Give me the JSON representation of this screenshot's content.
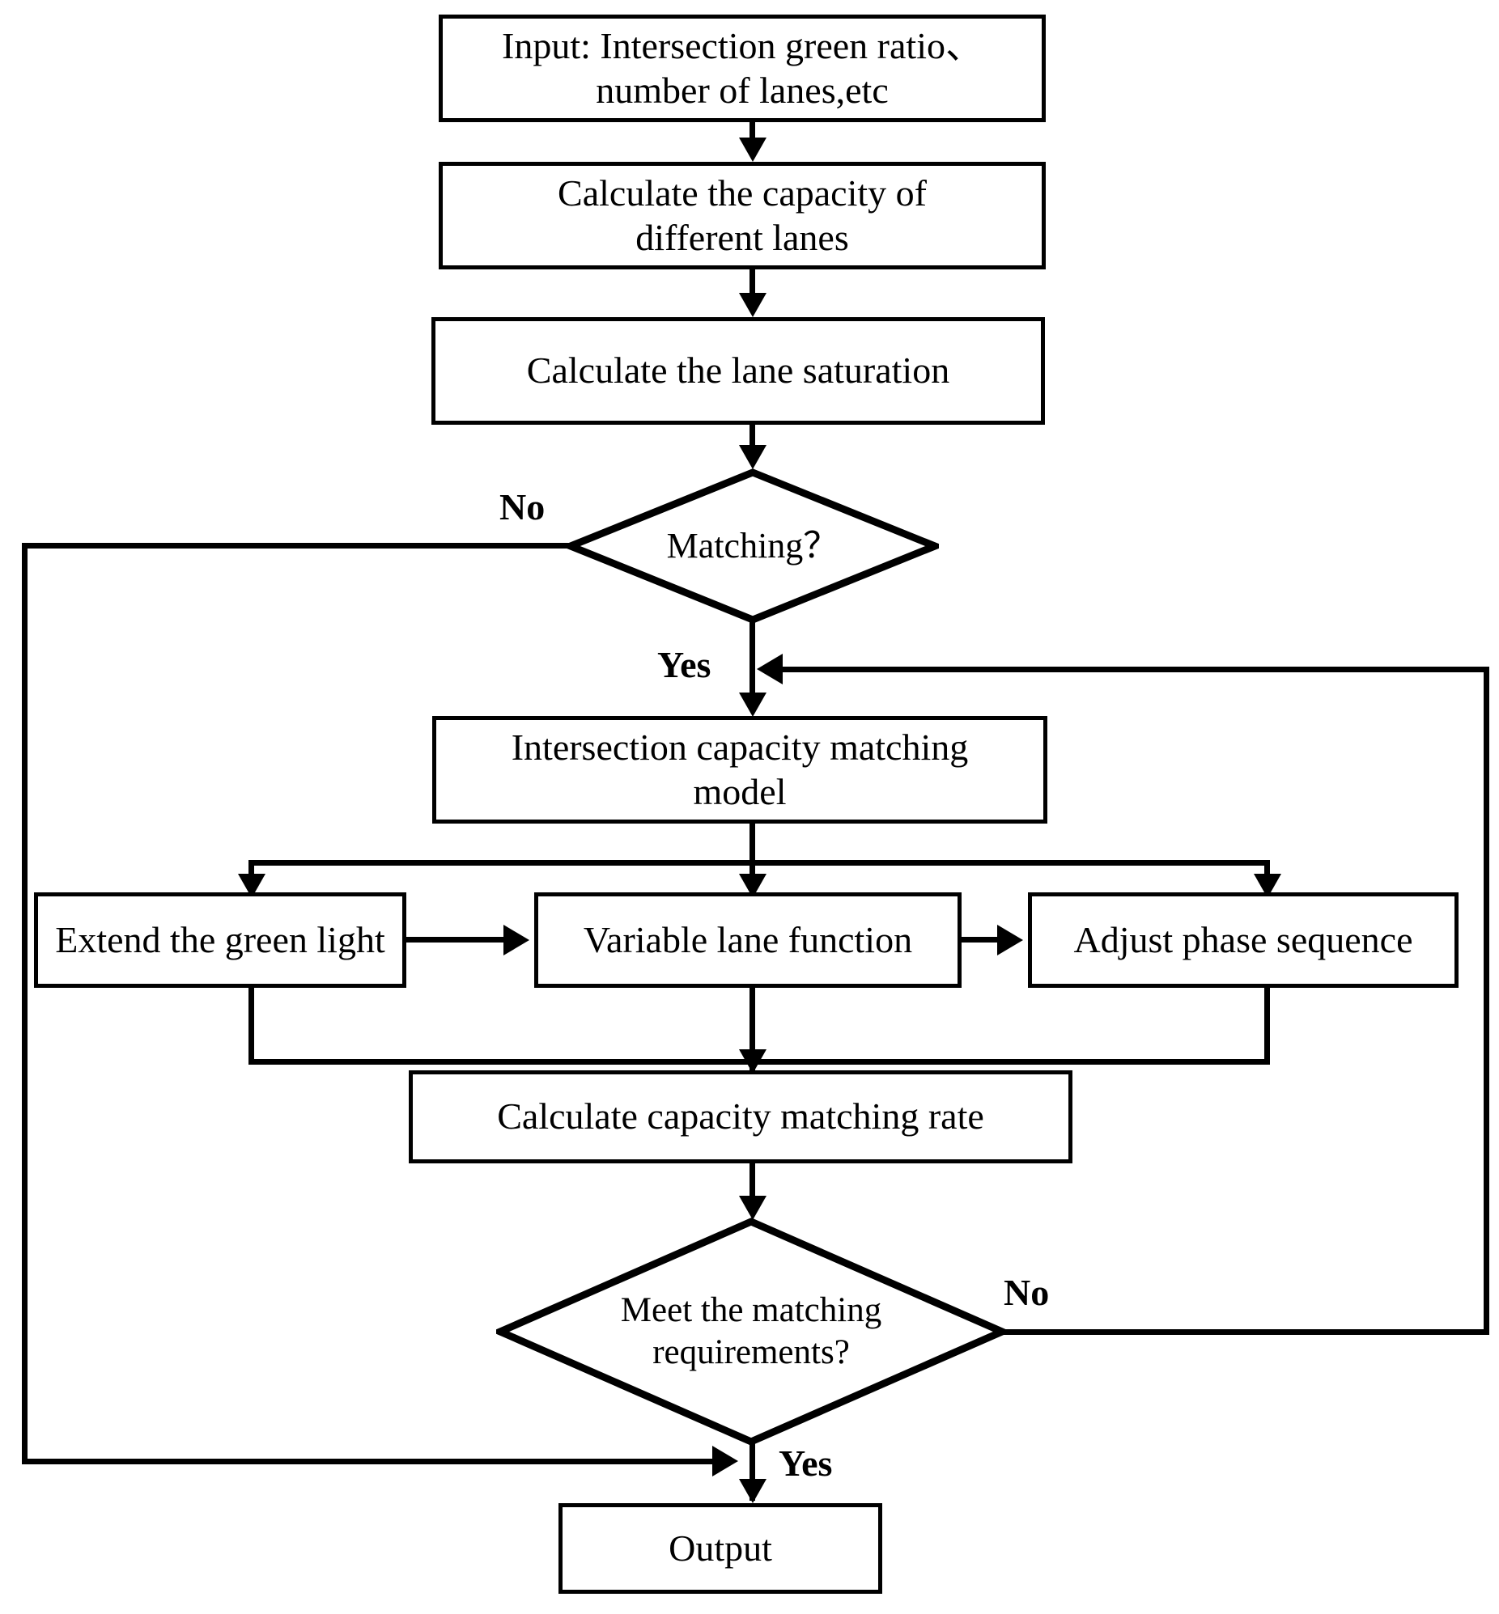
{
  "diagram": {
    "title": "Intersection capacity matching flowchart",
    "type": "flowchart",
    "stroke_color": "#000000",
    "fill_color": "#ffffff"
  },
  "nodes": {
    "input": {
      "shape": "process",
      "label": "Input: Intersection green ratio、\nnumber of lanes,etc"
    },
    "calc_capacity": {
      "shape": "process",
      "label": "Calculate the capacity of\ndifferent lanes"
    },
    "calc_saturation": {
      "shape": "process",
      "label": "Calculate the lane saturation"
    },
    "matching_decision": {
      "shape": "decision",
      "label": "Matching？"
    },
    "matching_model": {
      "shape": "process",
      "label": "Intersection capacity matching\nmodel"
    },
    "extend_green": {
      "shape": "process",
      "label": "Extend  the green light"
    },
    "variable_lane": {
      "shape": "process",
      "label": "Variable lane function"
    },
    "adjust_phase": {
      "shape": "process",
      "label": "Adjust  phase sequence"
    },
    "calc_rate": {
      "shape": "process",
      "label": "Calculate capacity matching rate"
    },
    "meet_decision": {
      "shape": "decision",
      "label": "Meet the matching\nrequirements?"
    },
    "output": {
      "shape": "process",
      "label": "Output"
    }
  },
  "branch_labels": {
    "matching_no": "No",
    "matching_yes": "Yes",
    "meet_no": "No",
    "meet_yes": "Yes"
  },
  "edges": [
    {
      "from": "input",
      "to": "calc_capacity",
      "label": ""
    },
    {
      "from": "calc_capacity",
      "to": "calc_saturation",
      "label": ""
    },
    {
      "from": "calc_saturation",
      "to": "matching_decision",
      "label": ""
    },
    {
      "from": "matching_decision",
      "to": "meet_yes_join",
      "label": "No"
    },
    {
      "from": "matching_decision",
      "to": "matching_model",
      "label": "Yes"
    },
    {
      "from": "matching_model",
      "to": "extend_green",
      "label": ""
    },
    {
      "from": "matching_model",
      "to": "variable_lane",
      "label": ""
    },
    {
      "from": "matching_model",
      "to": "adjust_phase",
      "label": ""
    },
    {
      "from": "extend_green",
      "to": "variable_lane",
      "label": ""
    },
    {
      "from": "variable_lane",
      "to": "adjust_phase",
      "label": ""
    },
    {
      "from": "extend_green",
      "to": "calc_rate",
      "label": ""
    },
    {
      "from": "variable_lane",
      "to": "calc_rate",
      "label": ""
    },
    {
      "from": "adjust_phase",
      "to": "calc_rate",
      "label": ""
    },
    {
      "from": "calc_rate",
      "to": "meet_decision",
      "label": ""
    },
    {
      "from": "meet_decision",
      "to": "matching_model",
      "label": "No"
    },
    {
      "from": "meet_decision",
      "to": "output",
      "label": "Yes"
    }
  ]
}
